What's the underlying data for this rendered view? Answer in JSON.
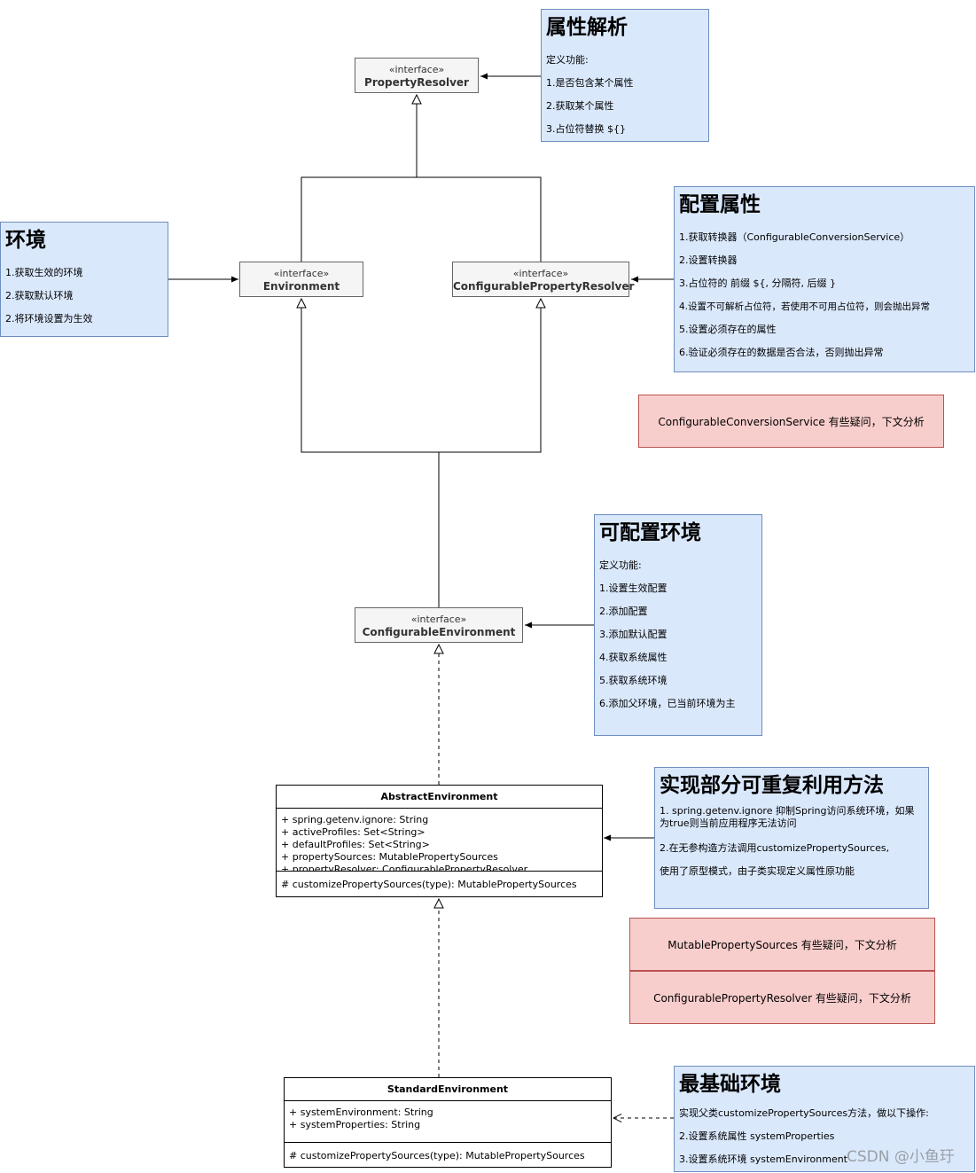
{
  "interfaces": {
    "property_resolver": {
      "stereotype": "«interface»",
      "name": "PropertyResolver"
    },
    "environment": {
      "stereotype": "«interface»",
      "name": "Environment"
    },
    "configurable_property_resolver": {
      "stereotype": "«interface»",
      "name": "ConfigurablePropertyResolver"
    },
    "configurable_environment": {
      "stereotype": "«interface»",
      "name": "ConfigurableEnvironment"
    }
  },
  "classes": {
    "abstract_environment": {
      "name": "AbstractEnvironment",
      "attributes": [
        "+ spring.getenv.ignore: String",
        "+ activeProfiles: Set<String>",
        "+ defaultProfiles: Set<String>",
        "+ propertySources: MutablePropertySources",
        "+ propertyResolver: ConfigurablePropertyResolver"
      ],
      "operations": [
        "# customizePropertySources(type): MutablePropertySources"
      ]
    },
    "standard_environment": {
      "name": "StandardEnvironment",
      "attributes": [
        "+ systemEnvironment: String",
        "+ systemProperties: String"
      ],
      "operations": [
        "# customizePropertySources(type): MutablePropertySources"
      ]
    }
  },
  "notes": {
    "property_parsing": {
      "title": "属性解析",
      "lines": [
        "定义功能:",
        "1.是否包含某个属性",
        "2.获取某个属性",
        "3.占位符替换 ${}"
      ]
    },
    "environment": {
      "title": "环境",
      "lines": [
        "1.获取生效的环境",
        "2.获取默认环境",
        "2.将环境设置为生效"
      ]
    },
    "config_properties": {
      "title": "配置属性",
      "lines": [
        "1.获取转换器（ConfigurableConversionService）",
        "2.设置转换器",
        "3.占位符的 前缀 ${, 分隔符, 后缀 }",
        "4.设置不可解析占位符，若使用不可用占位符，则会抛出异常",
        "5.设置必须存在的属性",
        "6.验证必须存在的数据是否合法，否则抛出异常"
      ]
    },
    "configurable_env": {
      "title": "可配置环境",
      "lines": [
        "定义功能:",
        "1.设置生效配置",
        "2.添加配置",
        "3.添加默认配置",
        "4.获取系统属性",
        "5.获取系统环境",
        "6.添加父环境，已当前环境为主"
      ]
    },
    "reusable": {
      "title": "实现部分可重复利用方法",
      "lines": [
        "1. spring.getenv.ignore 抑制Spring访问系统环境，如果为true则当前应用程序无法访问",
        "2.在无参构造方法调用customizePropertySources,",
        "使用了原型模式，由子类实现定义属性原功能"
      ]
    },
    "basic_env": {
      "title": "最基础环境",
      "lines": [
        "实现父类customizePropertySources方法，做以下操作:",
        "2.设置系统属性 systemProperties",
        "3.设置系统环境 systemEnvironment"
      ]
    }
  },
  "warnings": {
    "conversion_service": "ConfigurableConversionService 有些疑问，下文分析",
    "mutable_sources": "MutablePropertySources 有些疑问，下文分析",
    "configurable_resolver": "ConfigurablePropertyResolver 有些疑问，下文分析"
  },
  "watermark": "CSDN @小鱼玗",
  "colors": {
    "note_fill": "#dae8fc",
    "note_border": "#6c8ebf",
    "warn_fill": "#f8cecc",
    "warn_border": "#b85450",
    "iface_fill": "#f5f5f5"
  }
}
